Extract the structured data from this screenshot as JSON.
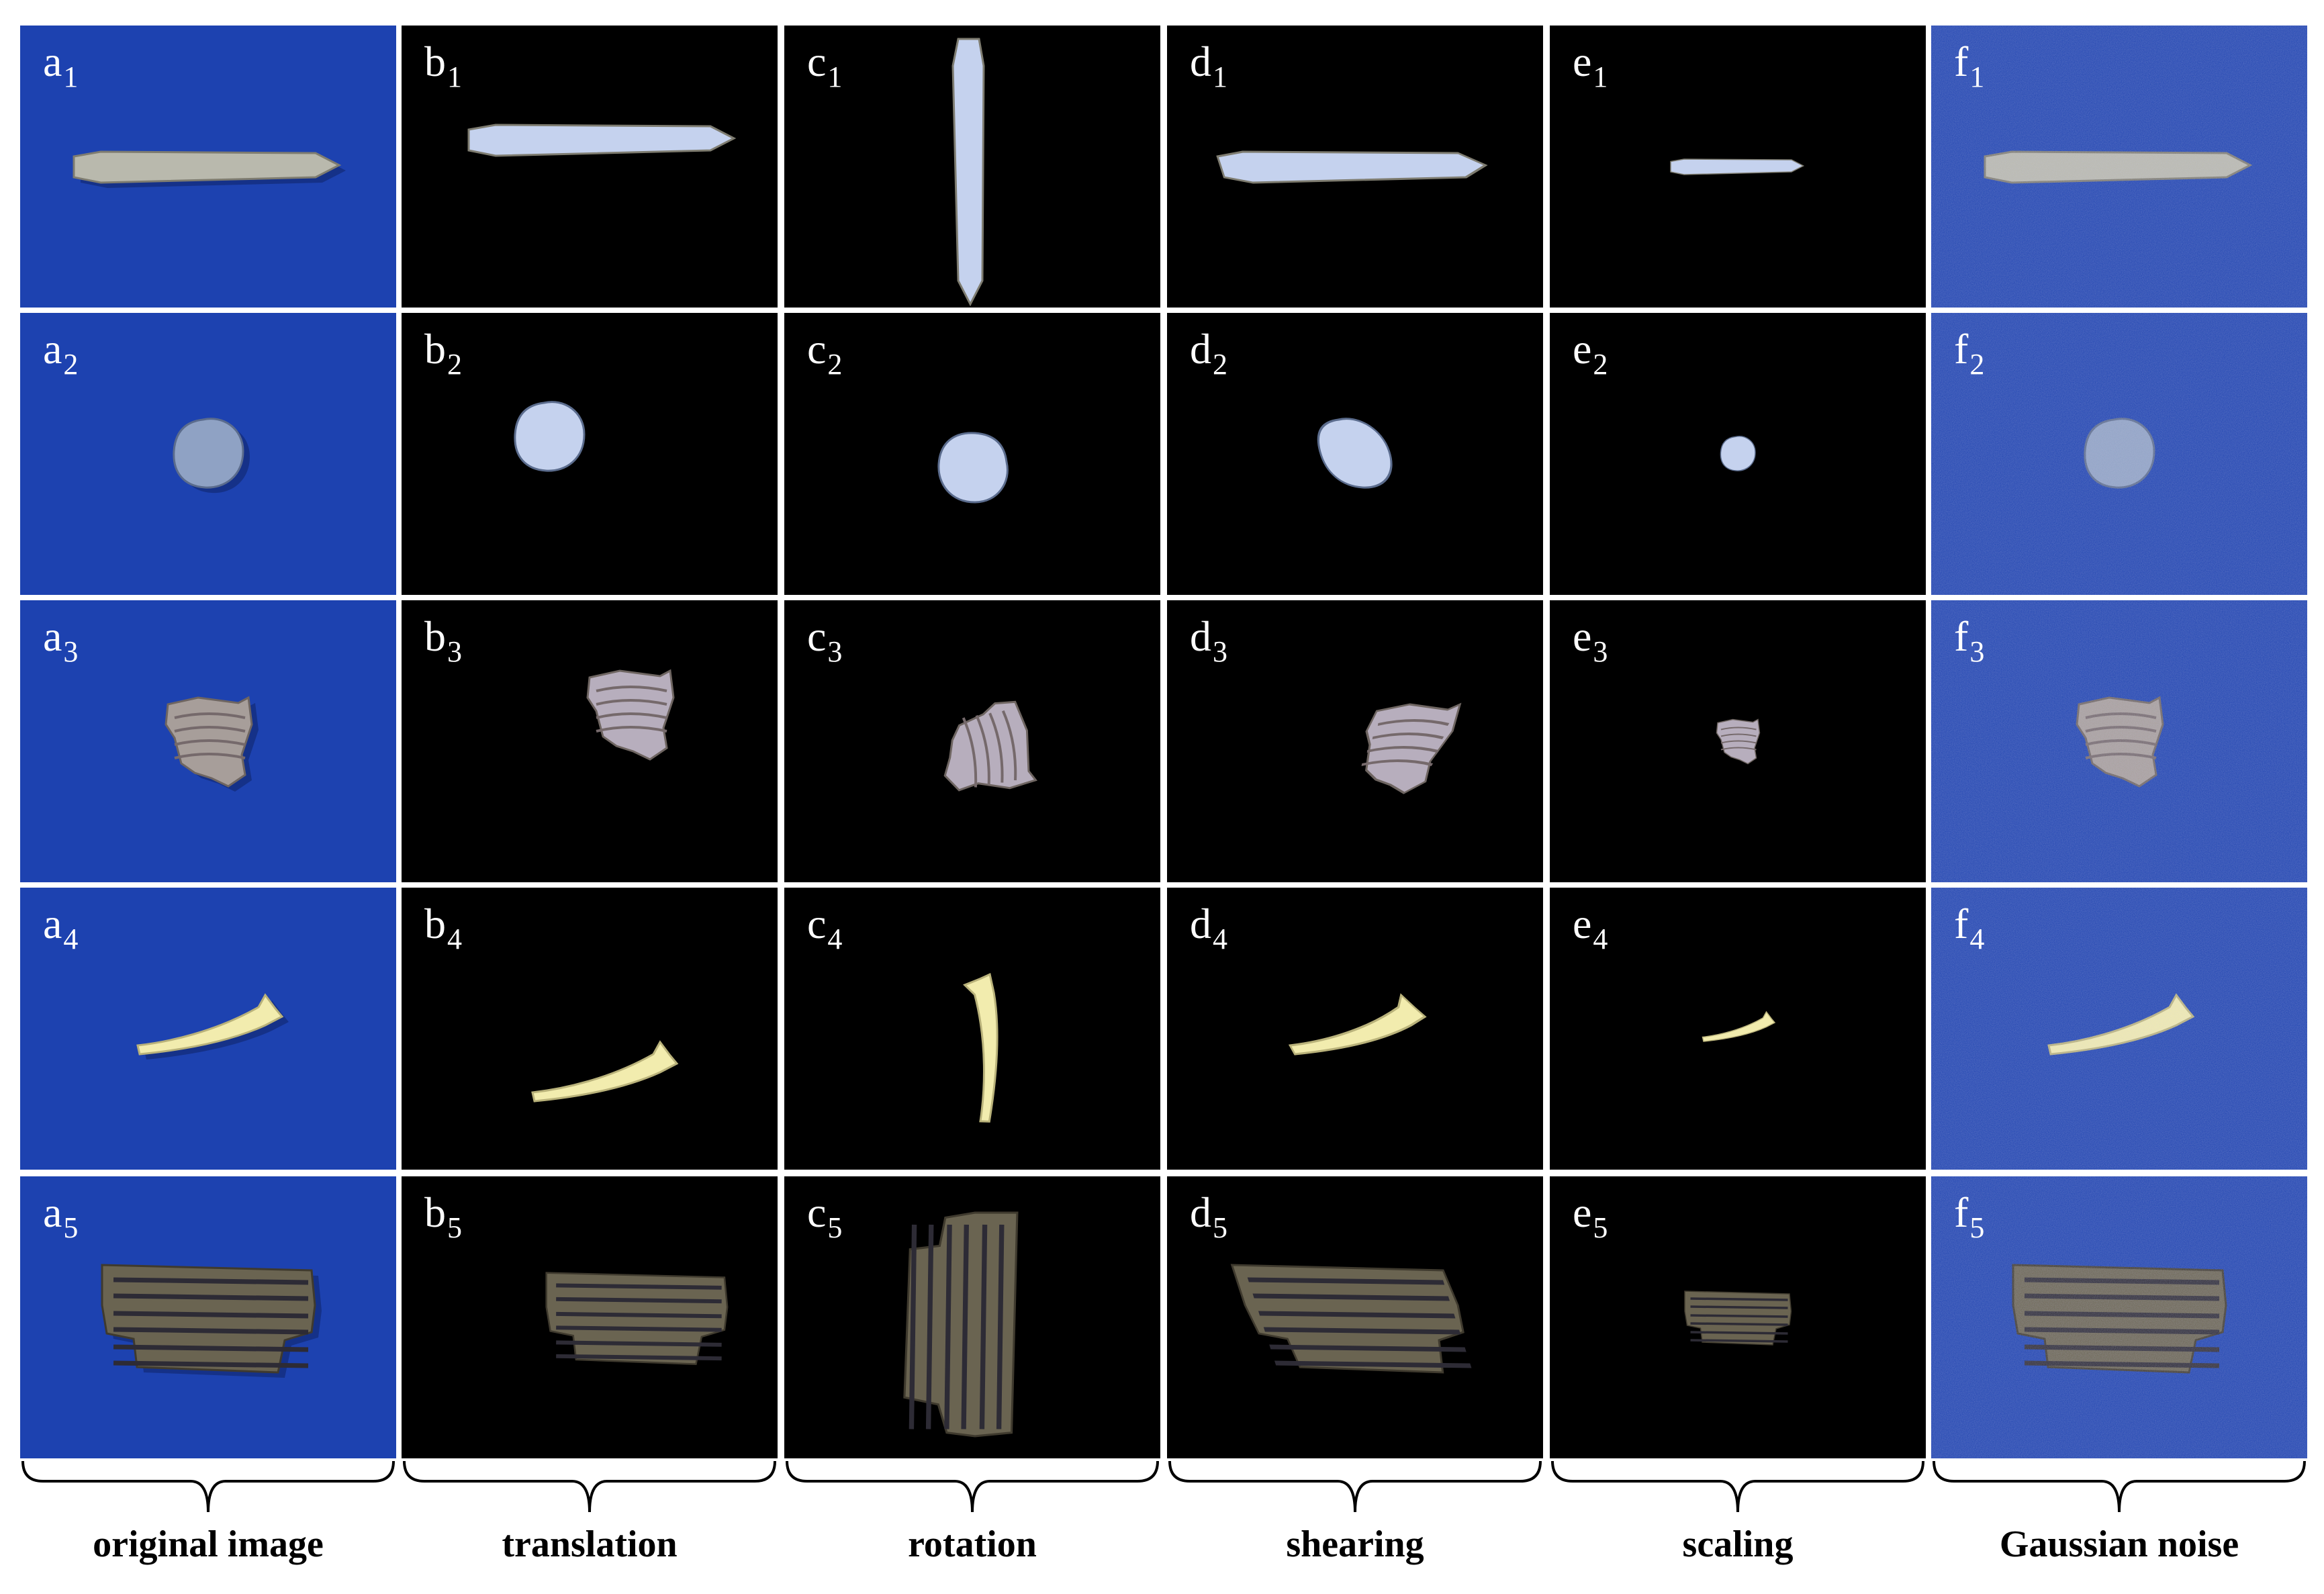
{
  "colors": {
    "blue_background": "#1d42b0",
    "black_background": "#000000",
    "label_color": "#ffffff",
    "caption_color": "#000000"
  },
  "columns": [
    {
      "letter": "a",
      "caption": "original image",
      "transform": "original",
      "background": "blue"
    },
    {
      "letter": "b",
      "caption": "translation",
      "transform": "translation",
      "background": "black"
    },
    {
      "letter": "c",
      "caption": "rotation",
      "transform": "rotation",
      "background": "black"
    },
    {
      "letter": "d",
      "caption": "shearing",
      "transform": "shearing",
      "background": "black"
    },
    {
      "letter": "e",
      "caption": "scaling",
      "transform": "scaling",
      "background": "black"
    },
    {
      "letter": "f",
      "caption": "Gaussian noise",
      "transform": "noise",
      "background": "blue"
    }
  ],
  "rows": [
    {
      "index": "1",
      "specimen": "elongated-fragment"
    },
    {
      "index": "2",
      "specimen": "round-pellet"
    },
    {
      "index": "3",
      "specimen": "ridged-fragment"
    },
    {
      "index": "4",
      "specimen": "curved-fragment"
    },
    {
      "index": "5",
      "specimen": "segmented-fragment"
    }
  ]
}
